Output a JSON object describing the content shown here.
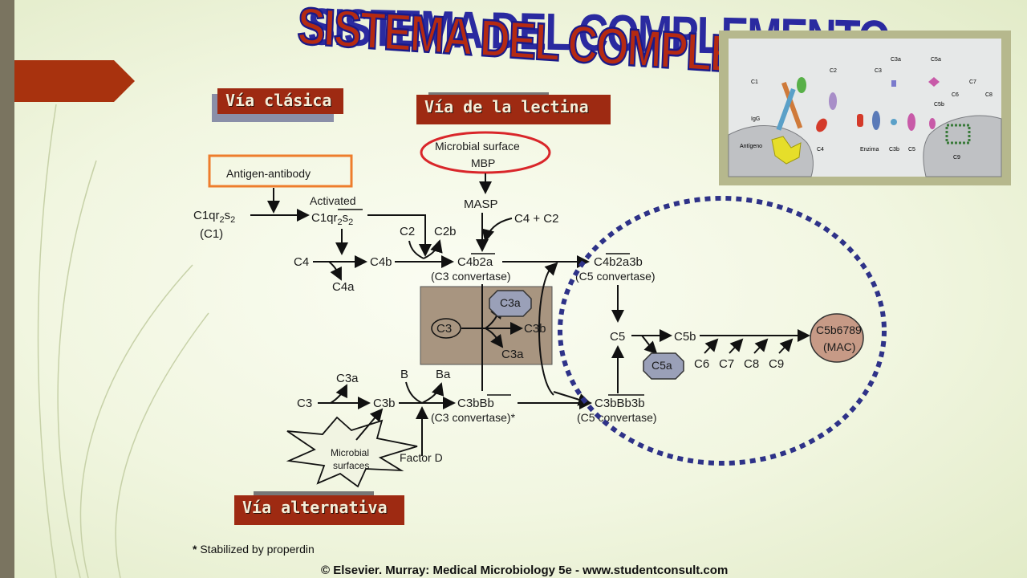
{
  "title": "SISTEMA DEL COMPLEMENTO",
  "pathways": {
    "clasica": "Vía clásica",
    "lectina": "Vía de la lectina",
    "alternativa": "Vía alternativa"
  },
  "nodes": {
    "antigen_antibody": "Antigen-antibody",
    "microbial_surface": "Microbial surface",
    "mbp": "MBP",
    "masp": "MASP",
    "activated": "Activated",
    "c1": "(C1)",
    "c4_c2": "C4 + C2",
    "c2": "C2",
    "c2b": "C2b",
    "c4": "C4",
    "c4b": "C4b",
    "c4a": "C4a",
    "c4b2a": "C4b2a",
    "c3_convertase": "(C3 convertase)",
    "c4b2a3b": "C4b2a3b",
    "c5_convertase": "(C5 convertase)",
    "c3": "C3",
    "c3a": "C3a",
    "c3b": "C3b",
    "c5": "C5",
    "c5b": "C5b",
    "c5a": "C5a",
    "mac_line1": "C5b6789",
    "mac_line2": "(MAC)",
    "c6": "C6",
    "c7": "C7",
    "c8": "C8",
    "c9": "C9",
    "b": "B",
    "ba": "Ba",
    "c3bbb": "C3bBb",
    "c3_convertase_star": "(C3 convertase)*",
    "c3bbb3b": "C3bBb3b",
    "microbial": "Microbial",
    "surfaces": "surfaces",
    "factor_d": "Factor D"
  },
  "inset": {
    "c1": "C1",
    "igg": "IgG",
    "antigeno": "Antígeno",
    "c2": "C2",
    "c4": "C4",
    "c3": "C3",
    "c3a": "C3a",
    "c5a": "C5a",
    "c7": "C7",
    "c8": "C8",
    "c5b": "C5b",
    "c6": "C6",
    "enzima": "Enzima",
    "c3b": "C3b",
    "c5": "C5",
    "c9": "C9"
  },
  "footnote": {
    "mark": "*",
    "text": " Stabilized by properdin"
  },
  "copyright": "© Elsevier. Murray: Medical Microbiology 5e - www.studentconsult.com",
  "colors": {
    "accent_red": "#9e2a12",
    "navy_dots": "#2e3288",
    "box_brown": "#a89580",
    "mac_fill": "#c79a86",
    "octagon_fill": "#9aa0b8"
  }
}
